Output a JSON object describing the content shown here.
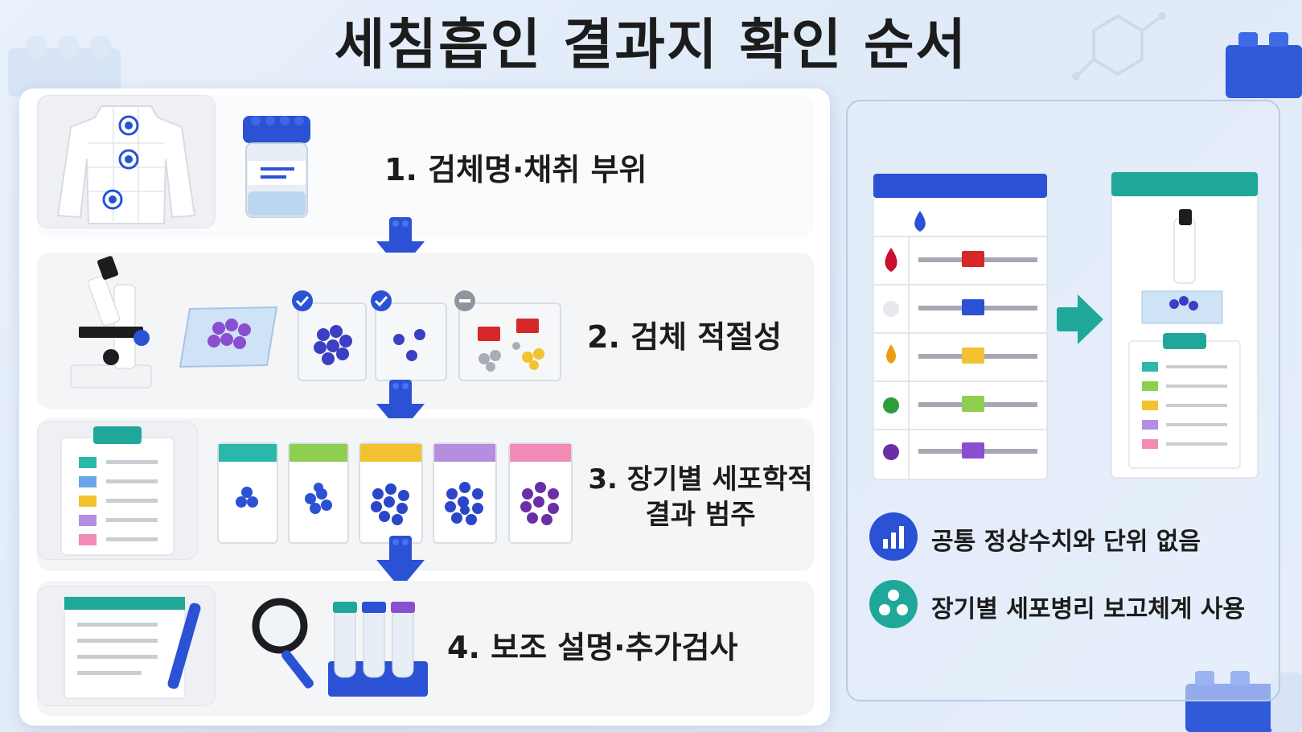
{
  "title": "세침흡인 결과지 확인 순서",
  "steps": [
    {
      "label": "1. 검체명·채취 부위"
    },
    {
      "label": "2. 검체 적절성"
    },
    {
      "label_line1": "3. 장기별 세포학적",
      "label_line2": "결과 범주"
    },
    {
      "label": "4. 보조 설명·추가검사"
    }
  ],
  "summary": [
    {
      "text": "공통 정상수치와 단위 없음",
      "icon": "bar-chart-icon"
    },
    {
      "text": "장기별 세포병리 보고체계 사용",
      "icon": "cell-network-icon"
    }
  ],
  "colors": {
    "brick_blue": "#2f4fd8",
    "teal": "#1fa89a",
    "red": "#d62828",
    "yellow": "#f2c230",
    "green": "#2fae3a",
    "purple": "#7a3fb5",
    "pink": "#f28bb6"
  }
}
